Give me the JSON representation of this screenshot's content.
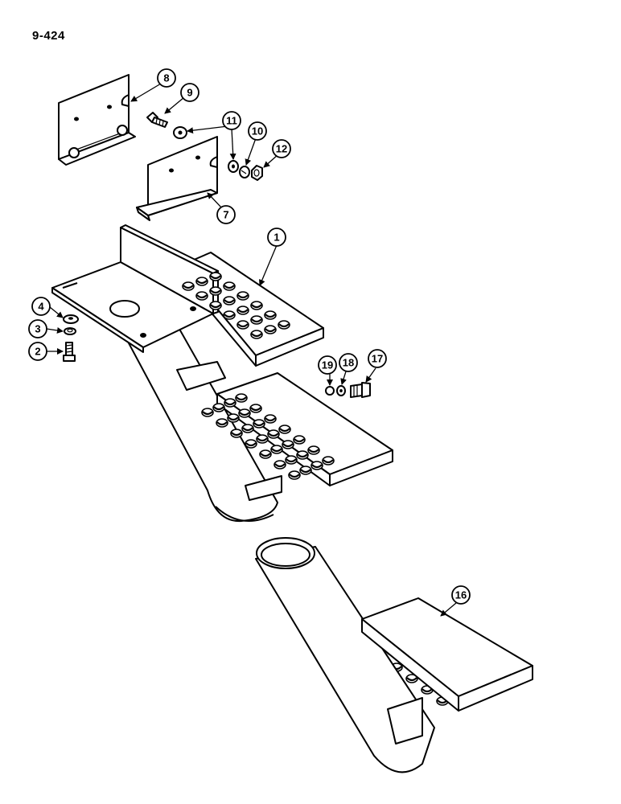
{
  "page": {
    "number": "9-424"
  },
  "callouts": [
    {
      "id": "callout-1",
      "label": "1"
    },
    {
      "id": "callout-2",
      "label": "2"
    },
    {
      "id": "callout-3",
      "label": "3"
    },
    {
      "id": "callout-4",
      "label": "4"
    },
    {
      "id": "callout-7",
      "label": "7"
    },
    {
      "id": "callout-8",
      "label": "8"
    },
    {
      "id": "callout-9",
      "label": "9"
    },
    {
      "id": "callout-10",
      "label": "10"
    },
    {
      "id": "callout-11",
      "label": "11"
    },
    {
      "id": "callout-12",
      "label": "12"
    },
    {
      "id": "callout-16",
      "label": "16"
    },
    {
      "id": "callout-17",
      "label": "17"
    },
    {
      "id": "callout-18",
      "label": "18"
    },
    {
      "id": "callout-19",
      "label": "19"
    }
  ]
}
